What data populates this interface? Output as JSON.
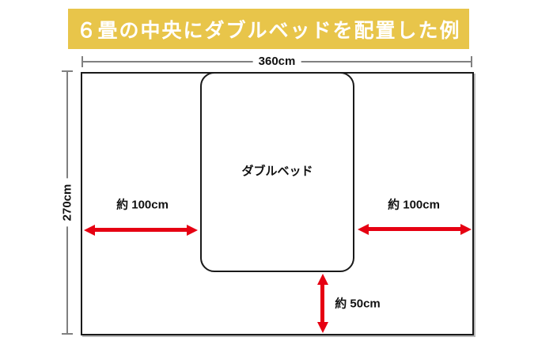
{
  "header": {
    "title": "６畳の中央にダブルベッドを配置した例"
  },
  "diagram": {
    "room": {
      "width_label": "360cm",
      "height_label": "270cm"
    },
    "bed": {
      "label": "ダブルベッド"
    },
    "clearances": {
      "left": "約 100cm",
      "right": "約 100cm",
      "bottom": "約 50cm"
    }
  },
  "colors": {
    "banner": "#E8C54A",
    "banner_text": "#FFFFFF",
    "arrow": "#E60012",
    "dimension_line": "#808080",
    "outline": "#1A1A1A"
  }
}
